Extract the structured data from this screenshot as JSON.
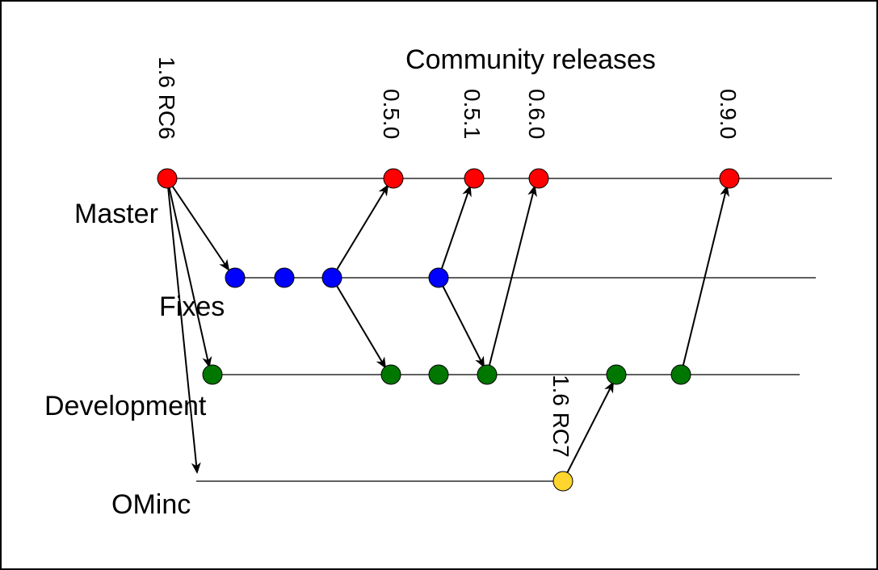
{
  "title": "Community releases",
  "colors": {
    "master": "#ff0000",
    "fixes": "#0000ff",
    "development": "#007700",
    "ominc": "#ffd52e",
    "line": "#000000"
  },
  "branches": [
    {
      "id": "master",
      "label": "Master"
    },
    {
      "id": "fixes",
      "label": "Fixes"
    },
    {
      "id": "development",
      "label": "Development"
    },
    {
      "id": "ominc",
      "label": "OMinc"
    }
  ],
  "release_labels": {
    "rc6": "1.6 RC6",
    "r050": "0.5.0",
    "r051": "0.5.1",
    "r060": "0.6.0",
    "r090": "0.9.0",
    "rc7": "1.6 RC7"
  }
}
